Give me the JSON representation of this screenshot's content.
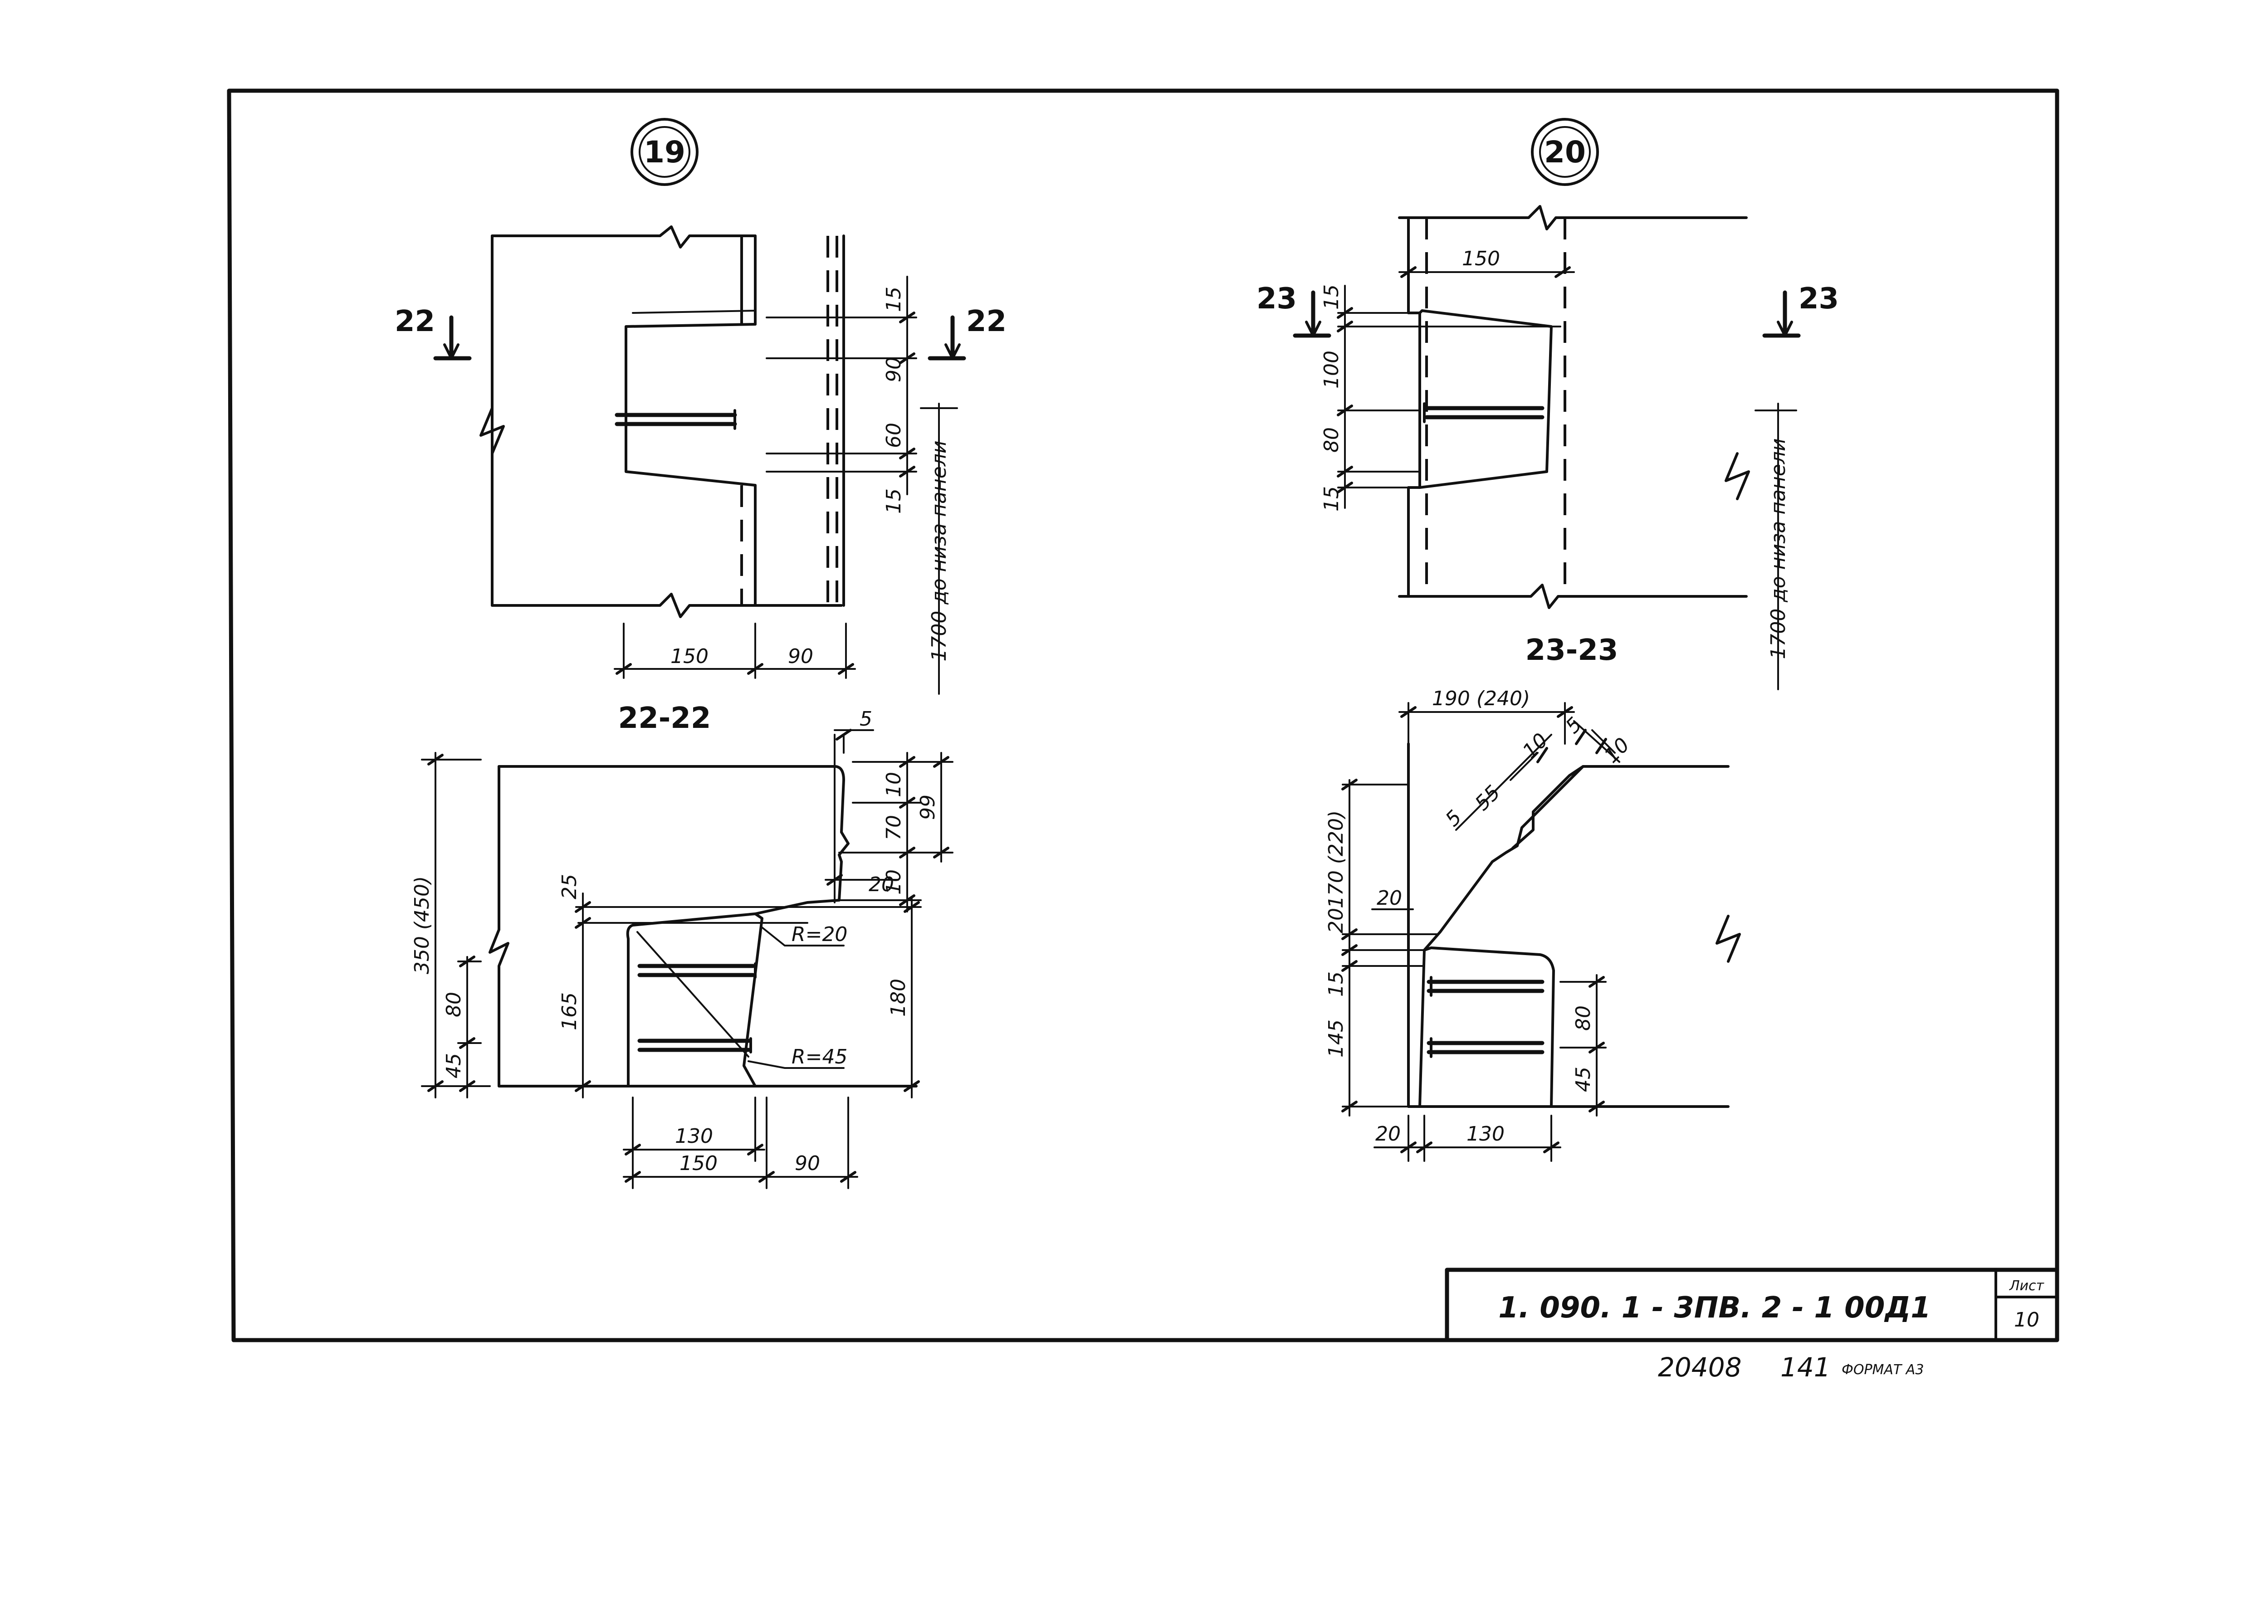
{
  "details": {
    "d19": {
      "number": "19",
      "cut_mark": "22",
      "section_title": "22-22"
    },
    "d20": {
      "number": "20",
      "cut_mark": "23",
      "section_title": "23-23"
    }
  },
  "dims_19": {
    "w150": "150",
    "w90": "90",
    "v15a": "15",
    "v90": "90",
    "v60": "60",
    "v15b": "15",
    "note": "1700 до низа панели"
  },
  "dims_22": {
    "top5": "5",
    "v10": "10",
    "v99": "99",
    "v70": "70",
    "v20": "20",
    "v10b": "10",
    "v350": "350 (450)",
    "v25": "25",
    "v165": "165",
    "v180": "180",
    "v80": "80",
    "v45": "45",
    "r20": "R=20",
    "r45": "R=45",
    "w130": "130",
    "w150": "150",
    "w90": "90"
  },
  "dims_20": {
    "w150": "150",
    "v15a": "15",
    "v100": "100",
    "v80": "80",
    "v15b": "15",
    "note": "1700 до низа панели"
  },
  "dims_23": {
    "top": "190 (240)",
    "d5": "5",
    "d10": "10",
    "d55": "55",
    "d5b": "5",
    "d10b": "10",
    "v170": "170 (220)",
    "v20": "20",
    "h20": "20",
    "v15": "15",
    "v145": "145",
    "v80": "80",
    "v45": "45",
    "w20": "20",
    "w130": "130"
  },
  "title_block": {
    "code": "1. 090. 1 - 3ПВ. 2 - 1   00Д1",
    "sheet_label": "Лист",
    "sheet_number": "10"
  },
  "footer": {
    "inv": "20408",
    "num": "141",
    "format": "ФОРМАТ А3"
  }
}
